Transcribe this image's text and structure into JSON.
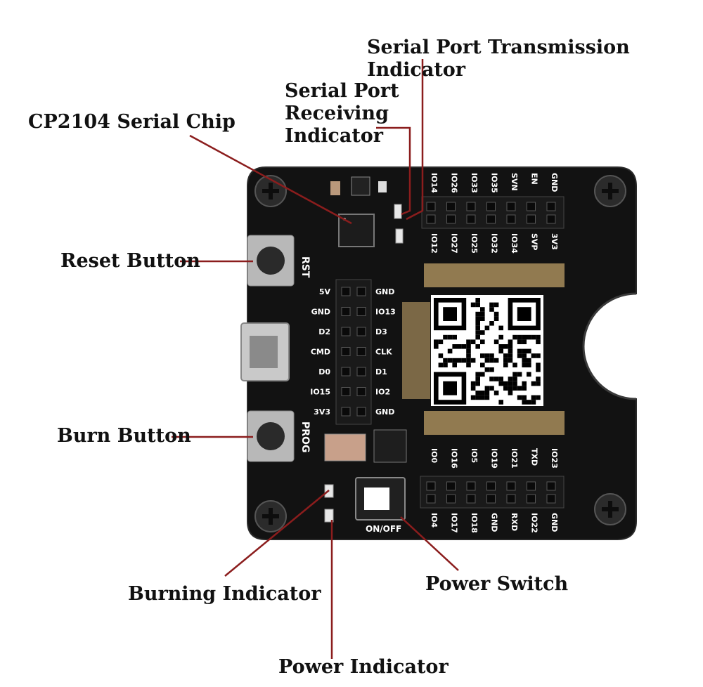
{
  "callouts": {
    "tx_indicator": "Serial Port Transmission Indicator",
    "rx_indicator": "Serial Port\nReceiving\nIndicator",
    "cp2104": "CP2104 Serial Chip",
    "reset_button": "Reset Button",
    "burn_button": "Burn Button",
    "burning_indicator": "Burning Indicator",
    "power_switch": "Power Switch",
    "power_indicator": "Power Indicator"
  },
  "silkscreen": {
    "rst": "RST",
    "prog": "PROG",
    "on_off": "ON/OFF"
  },
  "left_header": {
    "left": [
      "5V",
      "GND",
      "D2",
      "CMD",
      "D0",
      "IO15",
      "3V3"
    ],
    "right": [
      "GND",
      "IO13",
      "D3",
      "CLK",
      "D1",
      "IO2",
      "GND"
    ]
  },
  "top_header": {
    "outer": [
      "IO14",
      "IO26",
      "IO33",
      "IO35",
      "SVN",
      "EN",
      "GND"
    ],
    "inner": [
      "IO12",
      "IO27",
      "IO25",
      "IO32",
      "IO34",
      "SVP",
      "3V3"
    ]
  },
  "bottom_header": {
    "inner": [
      "IO0",
      "IO16",
      "IO5",
      "IO19",
      "IO21",
      "TXD",
      "IO23"
    ],
    "outer": [
      "IO4",
      "IO17",
      "IO18",
      "GND",
      "RXD",
      "IO22",
      "GND"
    ]
  },
  "colors": {
    "leader": "#8b1d1d",
    "board": "#121212",
    "text": "#111111"
  }
}
